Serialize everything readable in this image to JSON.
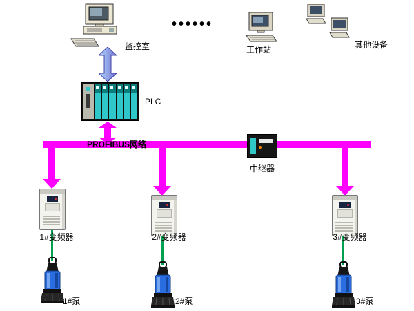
{
  "diagram": {
    "monitor_room_label": "监控室",
    "dots": "••••••",
    "workstation_label": "工作站",
    "other_devices_label": "其他设备",
    "plc_label": "PLC",
    "bus_label": "PROFIBUS网络",
    "repeater_label": "中继器",
    "inverters": [
      {
        "label": "1#变频器"
      },
      {
        "label": "2#变频器"
      },
      {
        "label": "3#变频器"
      }
    ],
    "pumps": [
      {
        "label": "1#泵"
      },
      {
        "label": "2#泵"
      },
      {
        "label": "3#泵"
      }
    ]
  },
  "colors": {
    "bus": "#ff00ff",
    "uplink_arrow": "#8f8fe8",
    "plc_module_teal": "#2fc7c7",
    "pump_blue": "#2a6de0",
    "link_green": "#00a050"
  }
}
